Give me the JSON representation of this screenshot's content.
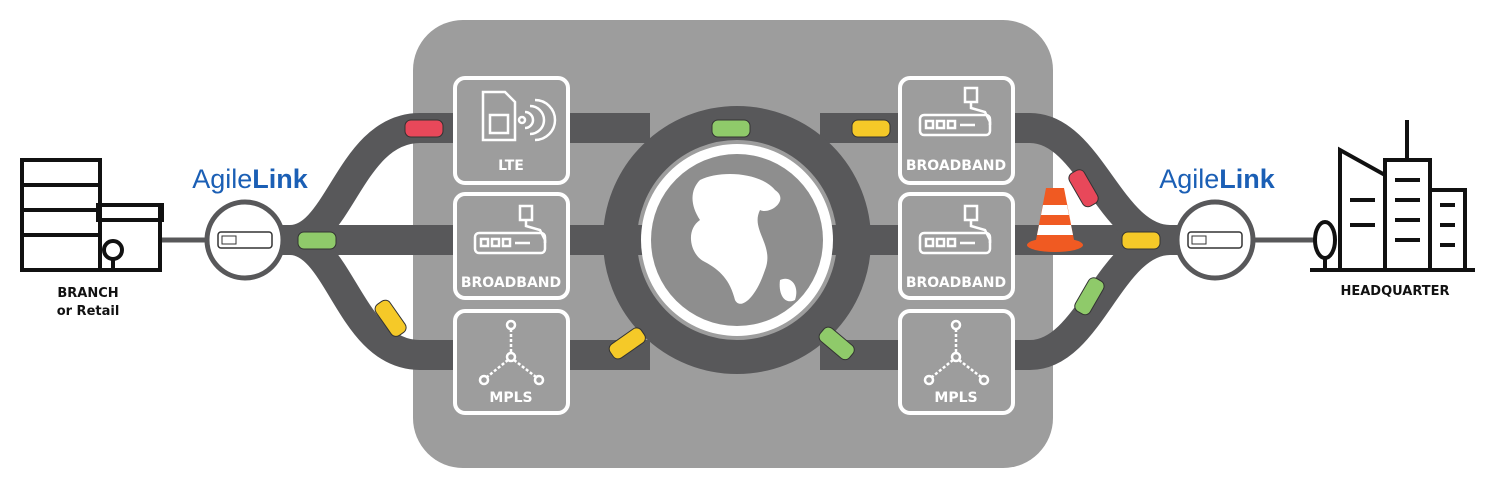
{
  "branch": {
    "line1": "BRANCH",
    "line2": "or Retail"
  },
  "headquarter": {
    "label": "HEADQUARTER"
  },
  "logo_left": {
    "part1": "Agile",
    "part2": "Link"
  },
  "logo_right": {
    "part1": "Agile",
    "part2": "Link"
  },
  "left_links": [
    {
      "label": "LTE"
    },
    {
      "label": "BROADBAND"
    },
    {
      "label": "MPLS"
    }
  ],
  "right_links": [
    {
      "label": "BROADBAND"
    },
    {
      "label": "BROADBAND"
    },
    {
      "label": "MPLS"
    }
  ],
  "colors": {
    "brand": "#1b5fb5",
    "road": "#58585a",
    "panel": "#9d9d9d",
    "cone": "#f05a22"
  }
}
